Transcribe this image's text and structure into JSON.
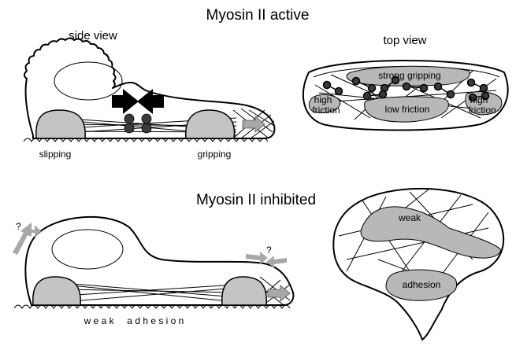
{
  "active": {
    "title": "Myosin II active",
    "side_view_label": "side view",
    "top_view_label": "top view",
    "slipping_label": "slipping",
    "gripping_label": "gripping",
    "strong_gripping_label": "strong gripping",
    "high_friction_left_1": "high",
    "high_friction_left_2": "friction",
    "high_friction_right_1": "high",
    "high_friction_right_2": "friction",
    "low_friction_label": "low friction"
  },
  "inhibited": {
    "title": "Myosin II inhibited",
    "weak_adhesion_label": "w e a k     a d h e s i o n",
    "question_left": "?",
    "question_right": "?",
    "weak_label": "weak",
    "adhesion_label": "adhesion"
  },
  "colors": {
    "adhesion_fill": "#c4c4c4",
    "arrow_gray": "#a8a8a8",
    "myosin_dark": "#3a3a3a"
  }
}
